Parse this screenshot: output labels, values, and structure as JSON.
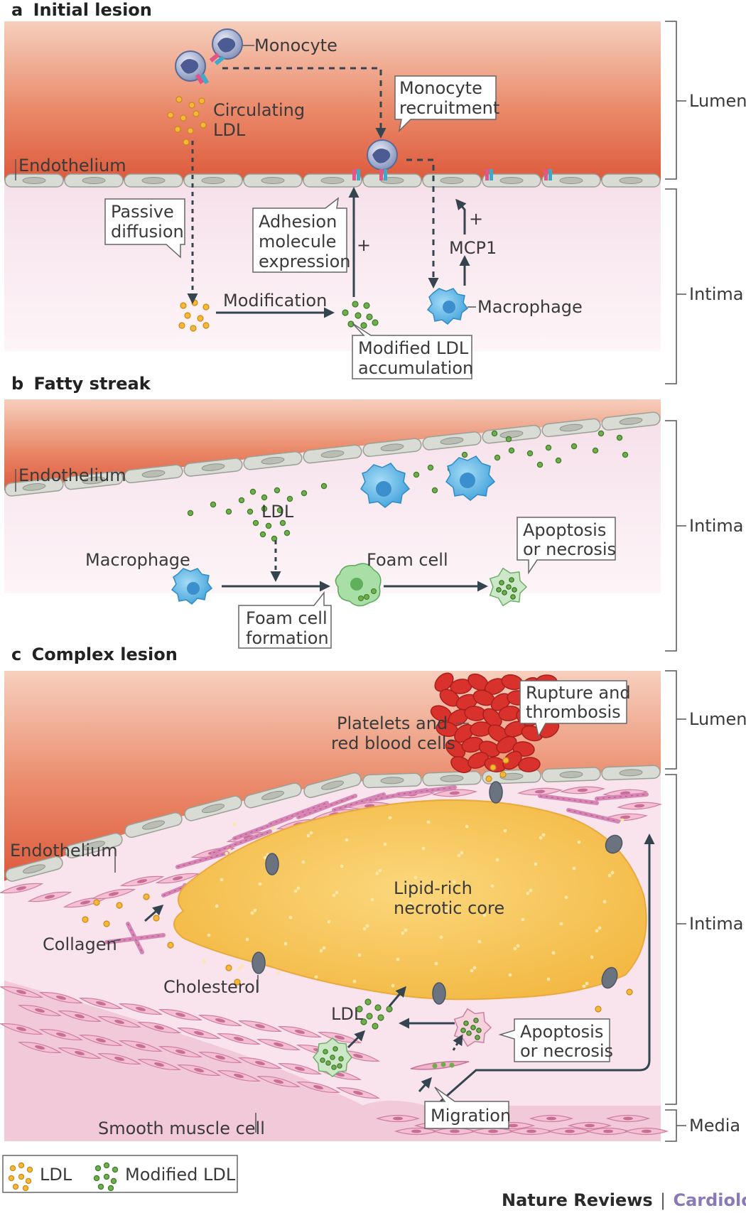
{
  "panel_a": {
    "letter": "a",
    "title": "Initial lesion"
  },
  "panel_b": {
    "letter": "b",
    "title": "Fatty streak"
  },
  "panel_c": {
    "letter": "c",
    "title": "Complex lesion"
  },
  "layers": {
    "lumen": "Lumen",
    "intima": "Intima",
    "media": "Media"
  },
  "a_labels": {
    "monocyte": "Monocyte",
    "circulating_ldl_1": "Circulating",
    "circulating_ldl_2": "LDL",
    "endothelium": "Endothelium",
    "monocyte_recruitment_1": "Monocyte",
    "monocyte_recruitment_2": "recruitment",
    "passive_diffusion_1": "Passive",
    "passive_diffusion_2": "diffusion",
    "adhesion_1": "Adhesion",
    "adhesion_2": "molecule",
    "adhesion_3": "expression",
    "plus": "+",
    "mcp1": "MCP1",
    "modification": "Modification",
    "macrophage": "Macrophage",
    "modified_ldl_1": "Modified LDL",
    "modified_ldl_2": "accumulation"
  },
  "b_labels": {
    "endothelium": "Endothelium",
    "ldl": "LDL",
    "apoptosis_1": "Apoptosis",
    "apoptosis_2": "or necrosis",
    "macrophage": "Macrophage",
    "foam_cell": "Foam cell",
    "foam_formation_1": "Foam cell",
    "foam_formation_2": "formation"
  },
  "c_labels": {
    "rupture_1": "Rupture and",
    "rupture_2": "thrombosis",
    "platelets_1": "Platelets and",
    "platelets_2": "red blood cells",
    "endothelium": "Endothelium",
    "core_1": "Lipid-rich",
    "core_2": "necrotic core",
    "collagen": "Collagen",
    "cholesterol": "Cholesterol",
    "ldl": "LDL",
    "apoptosis_1": "Apoptosis",
    "apoptosis_2": "or necrosis",
    "migration": "Migration",
    "smooth_muscle": "Smooth muscle cell"
  },
  "legend": {
    "ldl": "LDL",
    "modified_ldl": "Modified LDL"
  },
  "credit": {
    "journal": "Nature Reviews",
    "separator": "|",
    "section": "Cardiology"
  },
  "colors": {
    "lumen_top": "#f2c1ad",
    "lumen_bottom": "#e0603f",
    "intima": "#fbeef3",
    "endothelial_cell": "#d9dcd4",
    "ldl": "#f5b83a",
    "modified_ldl": "#6fae4a",
    "macrophage": "#5bb4e6",
    "foam_cell": "#9bd79a",
    "necrotic_core": "#f8c85a",
    "red_blood_cell": "#d9322c",
    "collagen": "#d785b5",
    "arrow": "#34454f",
    "cardiology_brand": "#8a79b8"
  }
}
